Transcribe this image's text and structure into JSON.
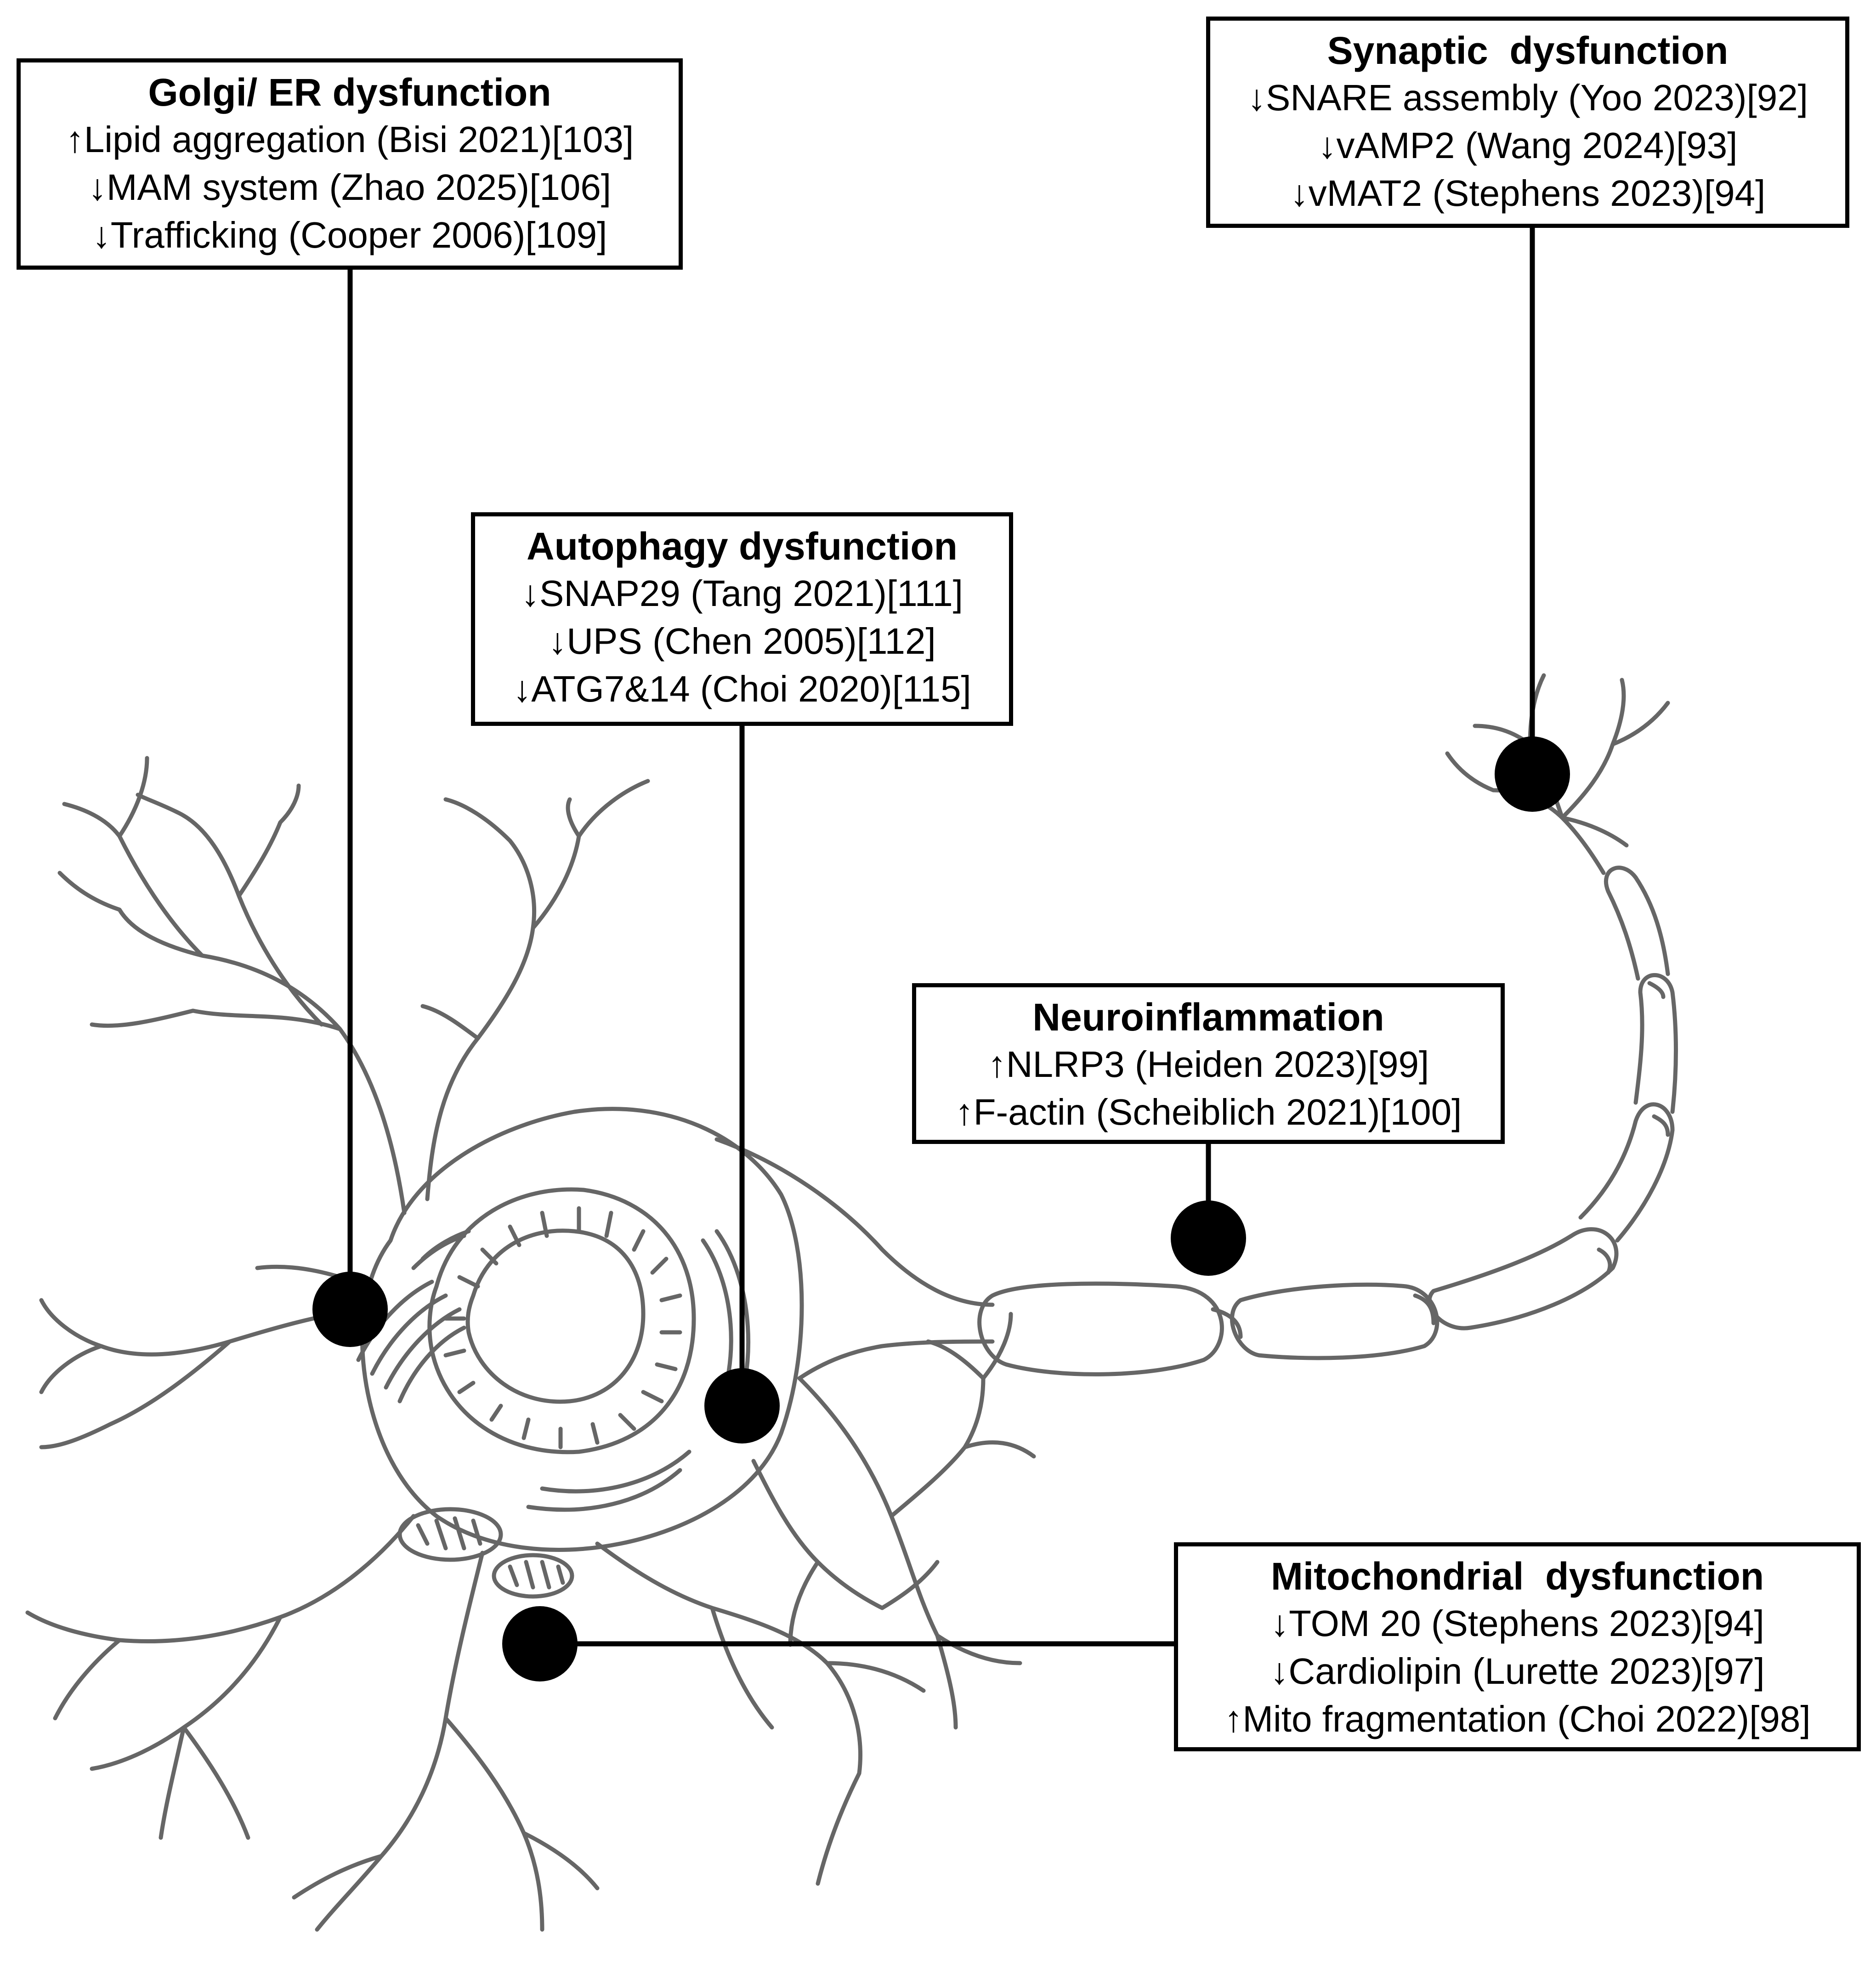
{
  "boxes": {
    "golgi": {
      "title": "Golgi/ ER dysfunction",
      "lines": [
        "↑Lipid aggregation (Bisi 2021)[103]",
        "↓MAM system (Zhao 2025)[106]",
        "↓Trafficking (Cooper 2006)[109]"
      ]
    },
    "synaptic": {
      "title": "Synaptic  dysfunction",
      "lines": [
        "↓SNARE assembly (Yoo 2023)[92]",
        "↓vAMP2 (Wang 2024)[93]",
        "↓vMAT2 (Stephens 2023)[94]"
      ]
    },
    "autophagy": {
      "title": "Autophagy dysfunction",
      "lines": [
        "↓SNAP29 (Tang 2021)[111]",
        "↓UPS (Chen 2005)[112]",
        "↓ATG7&14 (Choi 2020)[115]"
      ]
    },
    "neuroinflammation": {
      "title": "Neuroinflammation",
      "lines": [
        "↑NLRP3 (Heiden 2023)[99]",
        "↑F-actin (Scheiblich 2021)[100]"
      ]
    },
    "mitochondrial": {
      "title": "Mitochondrial  dysfunction",
      "lines": [
        "↓TOM 20 (Stephens 2023)[94]",
        "↓Cardiolipin (Lurette 2023)[97]",
        "↑Mito fragmentation (Choi 2022)[98]"
      ]
    }
  },
  "colors": {
    "outline": "#666666",
    "connector": "#000000",
    "background": "#ffffff"
  }
}
